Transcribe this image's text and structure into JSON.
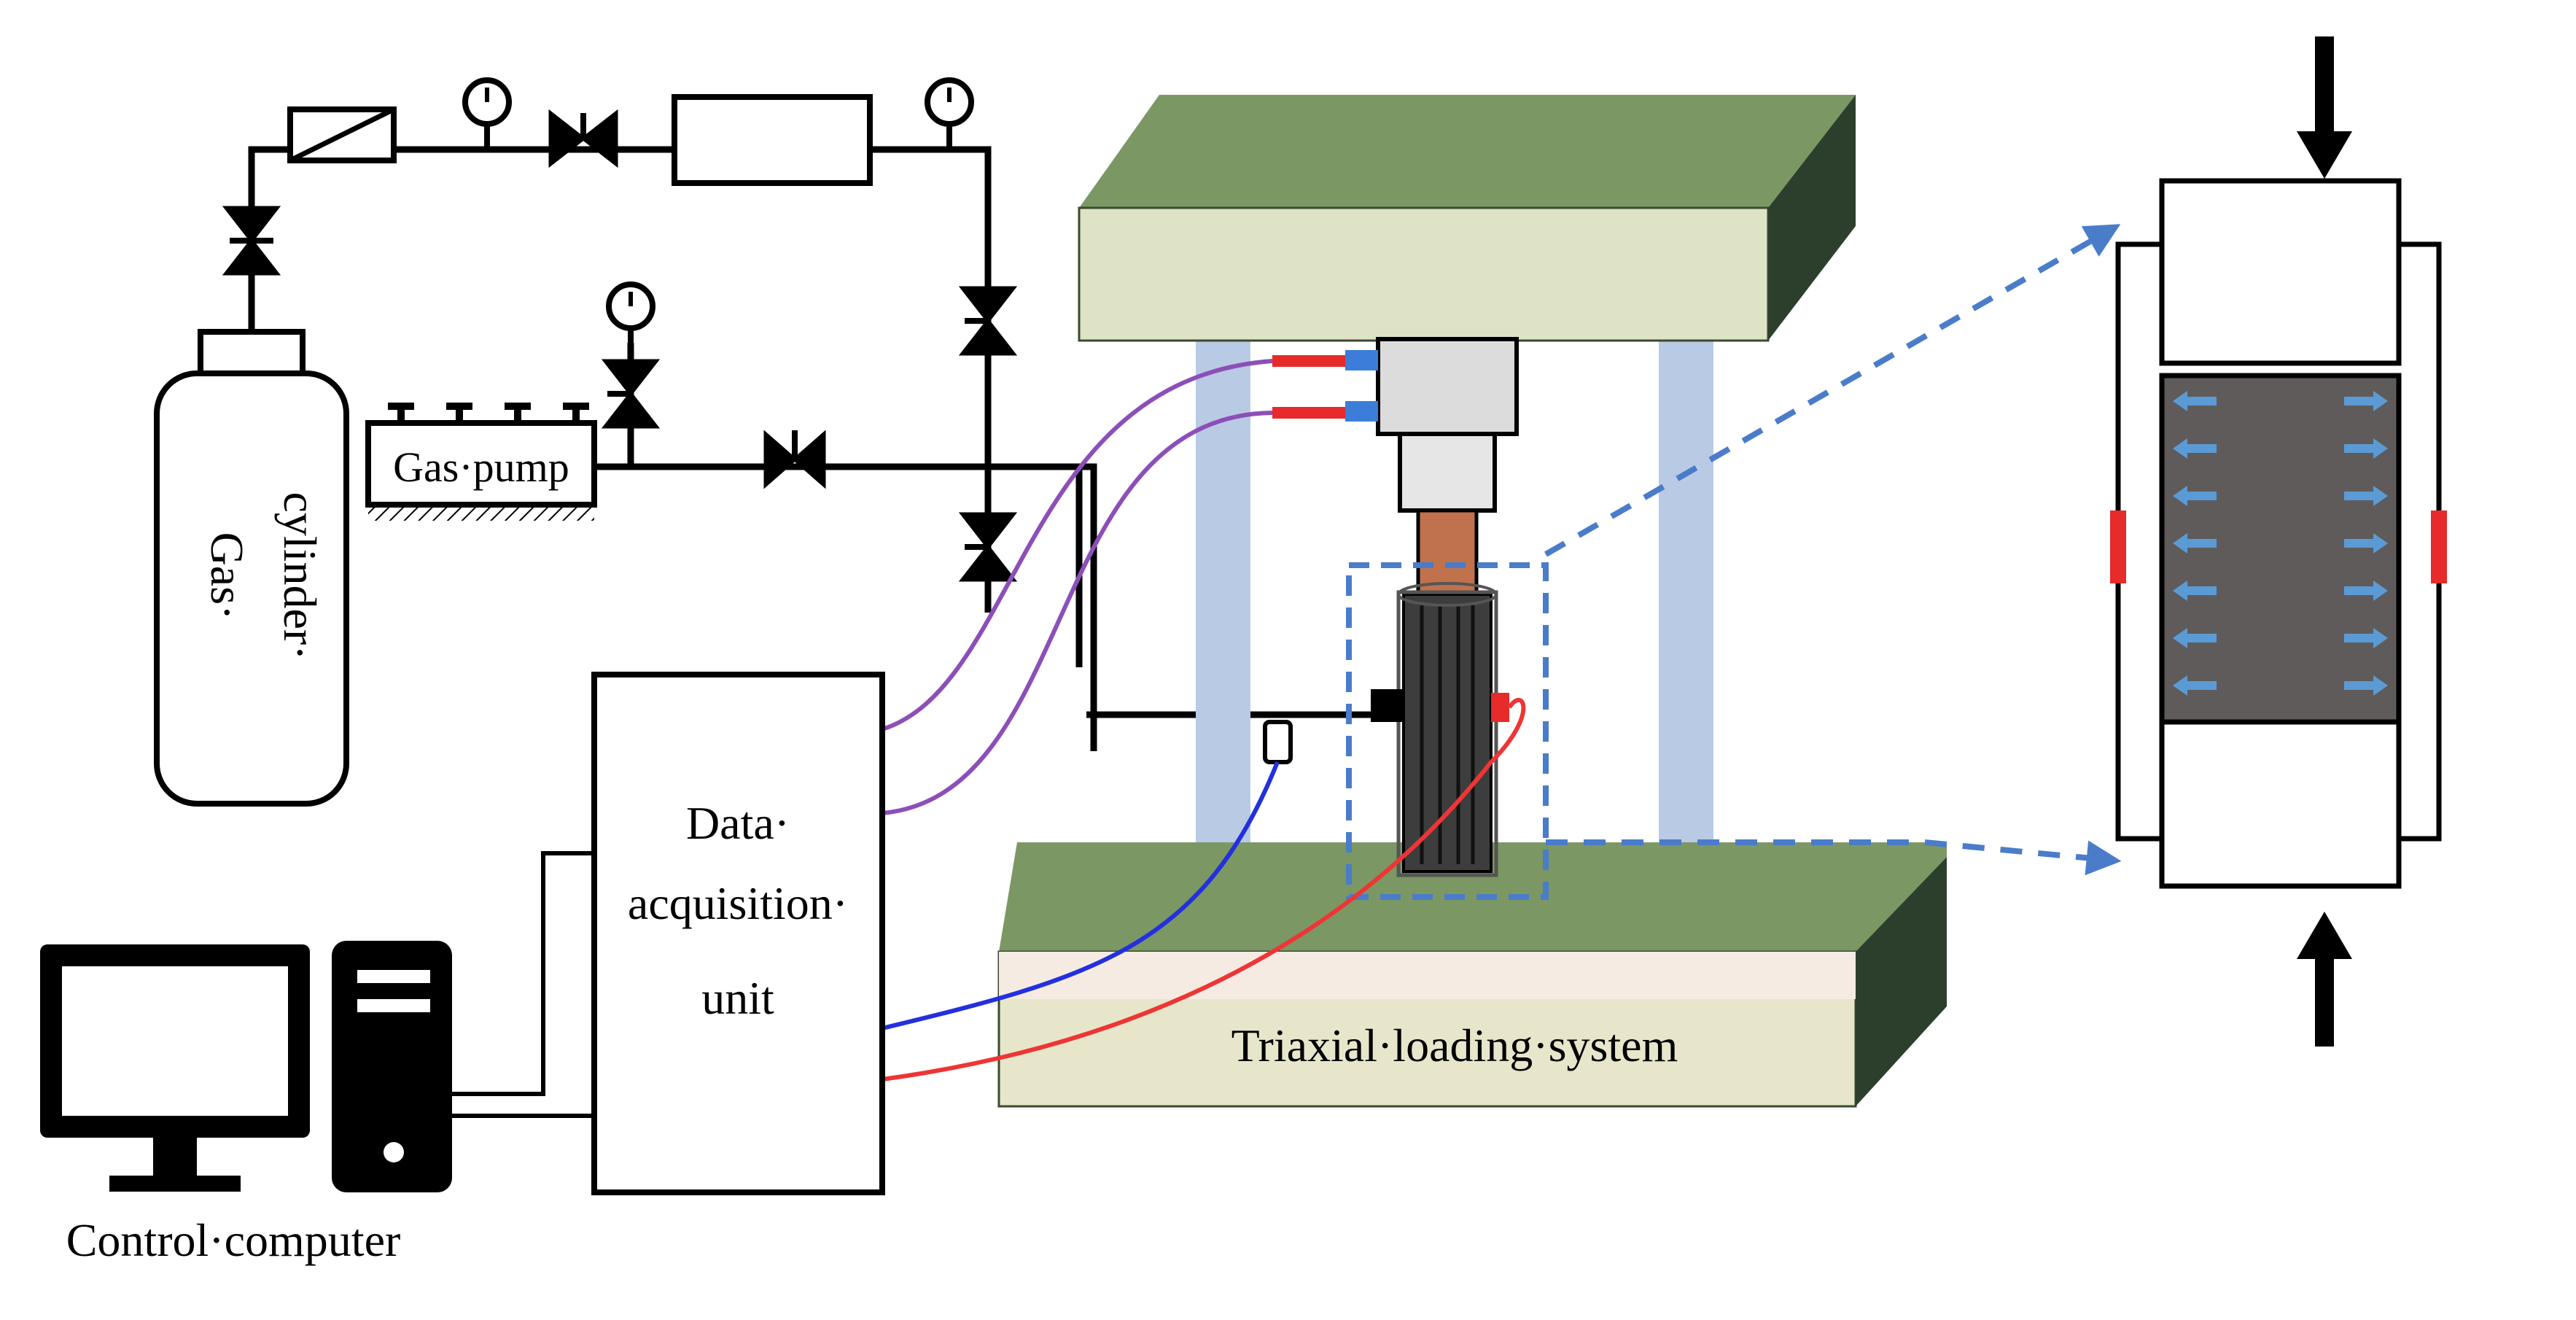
{
  "labels": {
    "gas_cylinder_line1": "Gas·",
    "gas_cylinder_line2": "cylinder·",
    "gas_pump": "Gas·pump",
    "data_acq_line1": "Data·",
    "data_acq_line2": "acquisition·",
    "data_acq_line3": "unit",
    "triaxial": "Triaxial·loading·system",
    "control_computer": "Control·computer"
  },
  "colors": {
    "line": "#000000",
    "platen_top": "#7b9864",
    "platen_face": "#dfe3c6",
    "platen_side": "#2c3f2c",
    "column": "#b9cbe4",
    "sample": "#5f5b5b",
    "piston": "#c0724c",
    "purple_wire": "#8c4fb8",
    "blue_wire": "#2330dd",
    "red_wire": "#ee3535",
    "dashed": "#4a7cc9",
    "seal_red": "#e72a2a",
    "arrow_blue": "#5b9bd5"
  },
  "icons": [
    "gas-cylinder-icon",
    "gas-pump-icon",
    "valve-icon",
    "pressure-gauge-icon",
    "filter-icon",
    "monitor-icon",
    "computer-tower-icon",
    "load-arrow-icon"
  ]
}
